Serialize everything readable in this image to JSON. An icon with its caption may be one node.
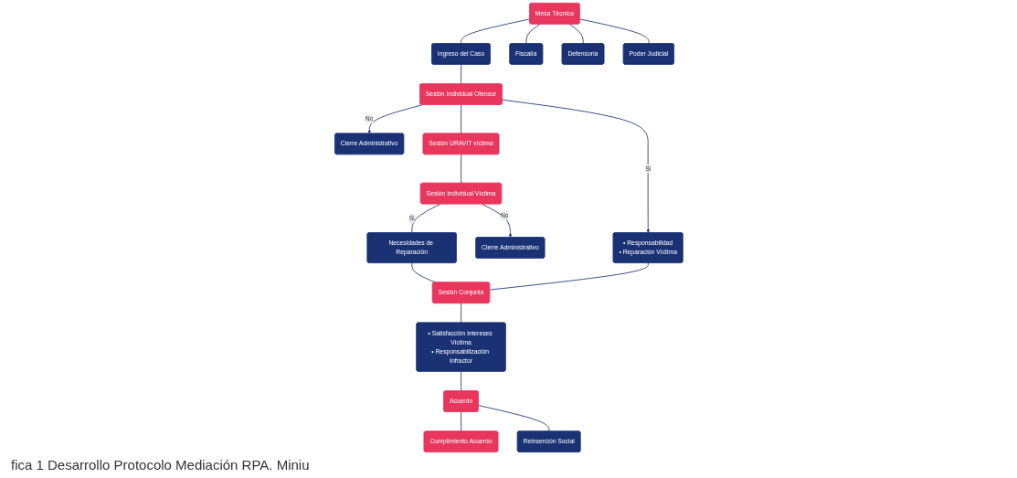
{
  "diagram": {
    "caption": "fica 1 Desarrollo Protocolo Mediación RPA. Miniu",
    "nodes": [
      {
        "text": [
          "Mesa Técnica"
        ]
      },
      {
        "text": [
          "Ingreso del Caso"
        ]
      },
      {
        "text": [
          "Sesión Individual Ofensor"
        ]
      },
      {
        "text": [
          "Cierre Administrativo"
        ]
      },
      {
        "text": [
          "• Responsabilidad",
          "• Reparación Víctima"
        ]
      },
      {
        "text": [
          "Fiscalía"
        ]
      },
      {
        "text": [
          "Defensoría"
        ]
      },
      {
        "text": [
          "Poder Judicial"
        ]
      },
      {
        "text": [
          "Sesión URAVIT víctima"
        ]
      },
      {
        "text": [
          "Sesión Individual Víctima"
        ]
      },
      {
        "text": [
          "Cierre Administrativo"
        ]
      },
      {
        "text": [
          "Necesidades de Reparación"
        ]
      },
      {
        "text": [
          "Sesión Conjunta"
        ]
      },
      {
        "text": [
          "• Satisfacción intereses Víctima",
          "• Responsabilización Infractor"
        ]
      },
      {
        "text": [
          "Acuerdo"
        ]
      },
      {
        "text": [
          "Cumplimiento Acuerdo"
        ]
      },
      {
        "text": [
          "Reinserción Social"
        ]
      }
    ],
    "edges": [
      {
        "from": 0,
        "to": 5,
        "arrow": "none"
      },
      {
        "from": 0,
        "to": 6,
        "arrow": "none"
      },
      {
        "from": 0,
        "to": 7,
        "arrow": "none"
      },
      {
        "from": 0,
        "to": 1,
        "arrow": "none"
      },
      {
        "from": 1,
        "to": 2,
        "arrow": "none"
      },
      {
        "from": 2,
        "to": 3,
        "label": "No",
        "arrow": "to"
      },
      {
        "from": 2,
        "to": 4,
        "label": "Si",
        "arrow": "to"
      },
      {
        "from": 2,
        "to": 8,
        "arrow": "none"
      },
      {
        "from": 8,
        "to": 9,
        "arrow": "none"
      },
      {
        "from": 9,
        "to": 10,
        "label": "No",
        "arrow": "to"
      },
      {
        "from": 9,
        "to": 11,
        "label": "Si",
        "arrow": "none"
      },
      {
        "from": 11,
        "to": 12,
        "arrow": "none"
      },
      {
        "from": 4,
        "to": 12,
        "arrow": "none"
      },
      {
        "from": 12,
        "to": 13,
        "arrow": "none"
      },
      {
        "from": 13,
        "to": 14,
        "arrow": "none"
      },
      {
        "from": 14,
        "to": 15,
        "arrow": "none"
      },
      {
        "from": 14,
        "to": 16,
        "arrow": "none"
      }
    ]
  }
}
